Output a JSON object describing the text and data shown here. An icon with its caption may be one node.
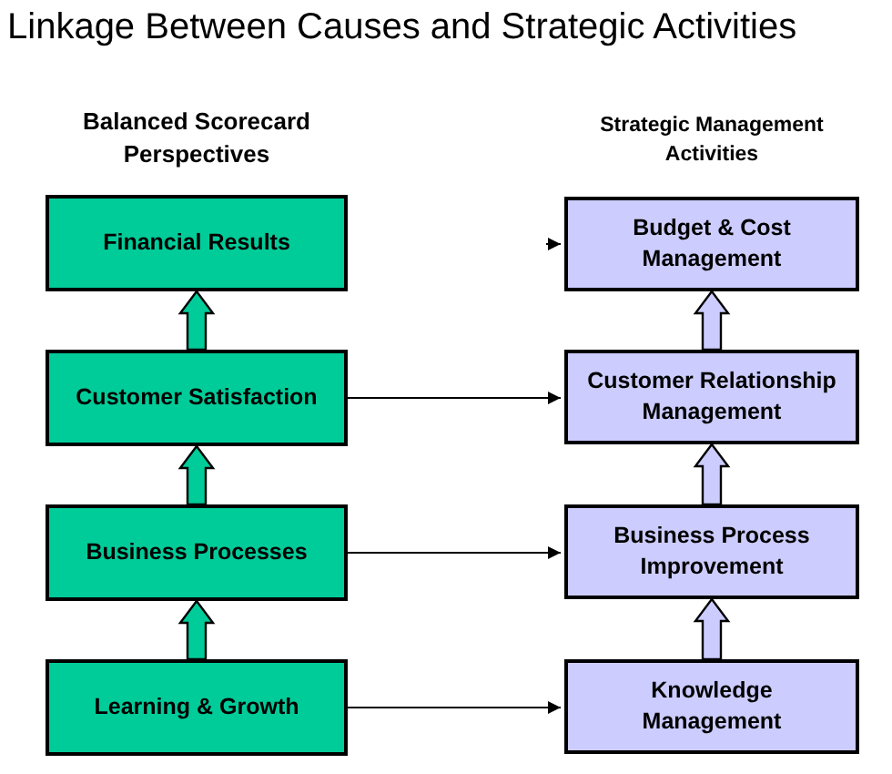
{
  "diagram": {
    "title": "Linkage Between Causes and Strategic Activities",
    "nodes": [
      {
        "text": [
          "Financial Results"
        ]
      },
      {
        "text": [
          "Customer Satisfaction"
        ]
      },
      {
        "text": [
          "Business Processes"
        ]
      },
      {
        "text": [
          "Learning & Growth"
        ]
      },
      {
        "text": [
          "Budget & Cost Management"
        ]
      },
      {
        "text": [
          "Customer Relationship Management"
        ]
      },
      {
        "text": [
          "Business Process Improvement"
        ]
      },
      {
        "text": [
          "Knowledge Management"
        ]
      }
    ],
    "edges": [
      {
        "from": 3,
        "to": 2,
        "arrow": "to",
        "style": "thick",
        "color": "#00cc99"
      },
      {
        "from": 2,
        "to": 1,
        "arrow": "to",
        "style": "thick",
        "color": "#00cc99"
      },
      {
        "from": 1,
        "to": 0,
        "arrow": "to",
        "style": "thick",
        "color": "#00cc99"
      },
      {
        "from": 7,
        "to": 6,
        "arrow": "to",
        "style": "thick",
        "color": "#ccccff"
      },
      {
        "from": 6,
        "to": 5,
        "arrow": "to",
        "style": "thick",
        "color": "#ccccff"
      },
      {
        "from": 5,
        "to": 4,
        "arrow": "to",
        "style": "thick",
        "color": "#ccccff"
      },
      {
        "from": null,
        "to": 4,
        "arrow": "to"
      },
      {
        "from": 1,
        "to": 5,
        "arrow": "to"
      },
      {
        "from": 2,
        "to": 6,
        "arrow": "to"
      },
      {
        "from": 3,
        "to": 7,
        "arrow": "to"
      }
    ],
    "labels": [
      "Balanced Scorecard Perspectives",
      "Strategic Management Activities"
    ]
  }
}
